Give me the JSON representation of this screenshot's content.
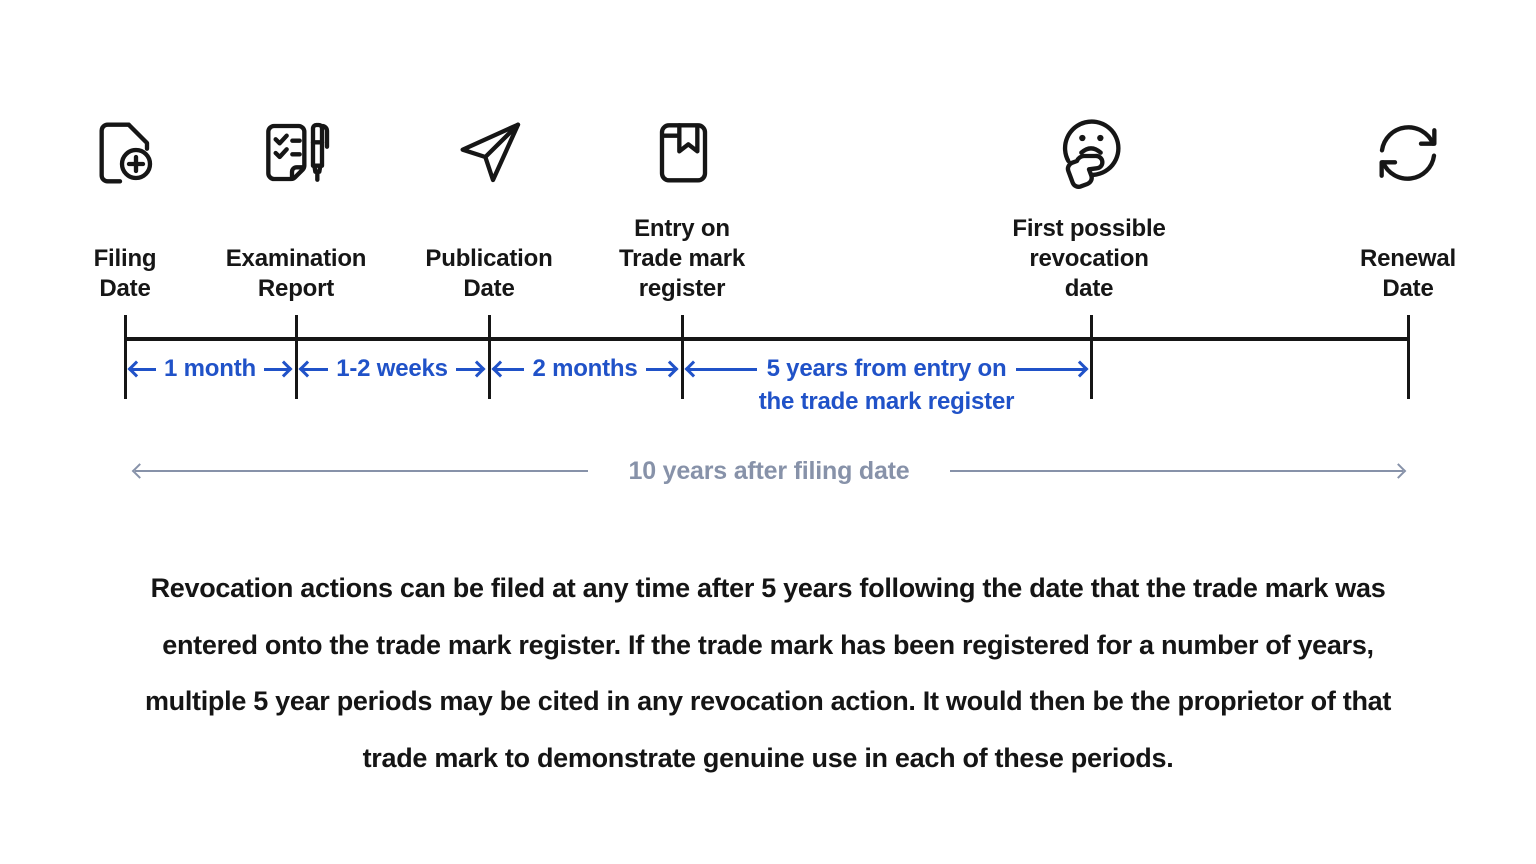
{
  "colors": {
    "ink": "#161616",
    "accent_blue": "#2052c8",
    "muted_slate": "#8792a9",
    "background": "#ffffff"
  },
  "timeline": {
    "milestones": [
      {
        "icon": "file-plus-icon",
        "label": "Filing\nDate"
      },
      {
        "icon": "checklist-pen-icon",
        "label": "Examination\nReport"
      },
      {
        "icon": "paper-plane-icon",
        "label": "Publication\nDate"
      },
      {
        "icon": "book-bookmark-icon",
        "label": "Entry on\nTrade mark\nregister"
      },
      {
        "icon": "thinking-face-icon",
        "label": "First possible\nrevocation\ndate"
      },
      {
        "icon": "renewal-cycle-icon",
        "label": "Renewal\nDate"
      }
    ],
    "intervals": [
      {
        "label": "1 month"
      },
      {
        "label": "1-2 weeks"
      },
      {
        "label": "2 months"
      },
      {
        "label": "5 years from entry on",
        "sublabel": "the trade mark register"
      }
    ],
    "overall": {
      "label": "10 years after filing date"
    }
  },
  "paragraph": {
    "text": "Revocation actions can be filed at any time after 5 years following the date that the trade mark was\nentered onto the trade mark register. If the trade mark has been registered for a number of years,\nmultiple 5 year periods may be cited in any revocation action. It would then be the proprietor of that\ntrade mark to demonstrate genuine use in each of these periods."
  }
}
